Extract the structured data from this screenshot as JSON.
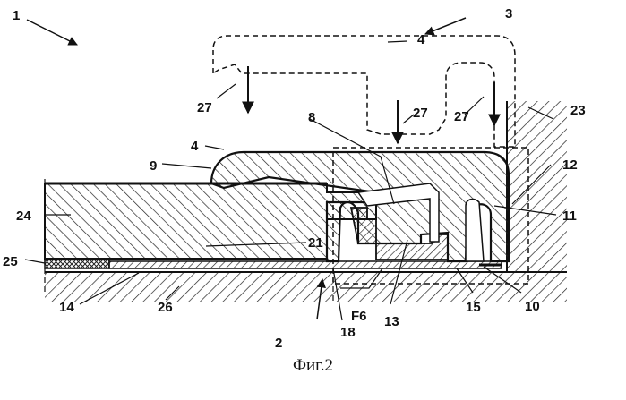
{
  "labels": {
    "l1": "1",
    "l2": "2",
    "l3": "3",
    "l4a": "4",
    "l4b": "4",
    "l8": "8",
    "l9": "9",
    "l10": "10",
    "l11": "11",
    "l12": "12",
    "l13": "13",
    "l14": "14",
    "l15": "15",
    "l18": "18",
    "l21": "21",
    "l23": "23",
    "l24": "24",
    "l25": "25",
    "l26": "26",
    "l27a": "27",
    "l27b": "27",
    "l27c": "27",
    "lF6": "F6"
  },
  "caption": "Фиг.2"
}
